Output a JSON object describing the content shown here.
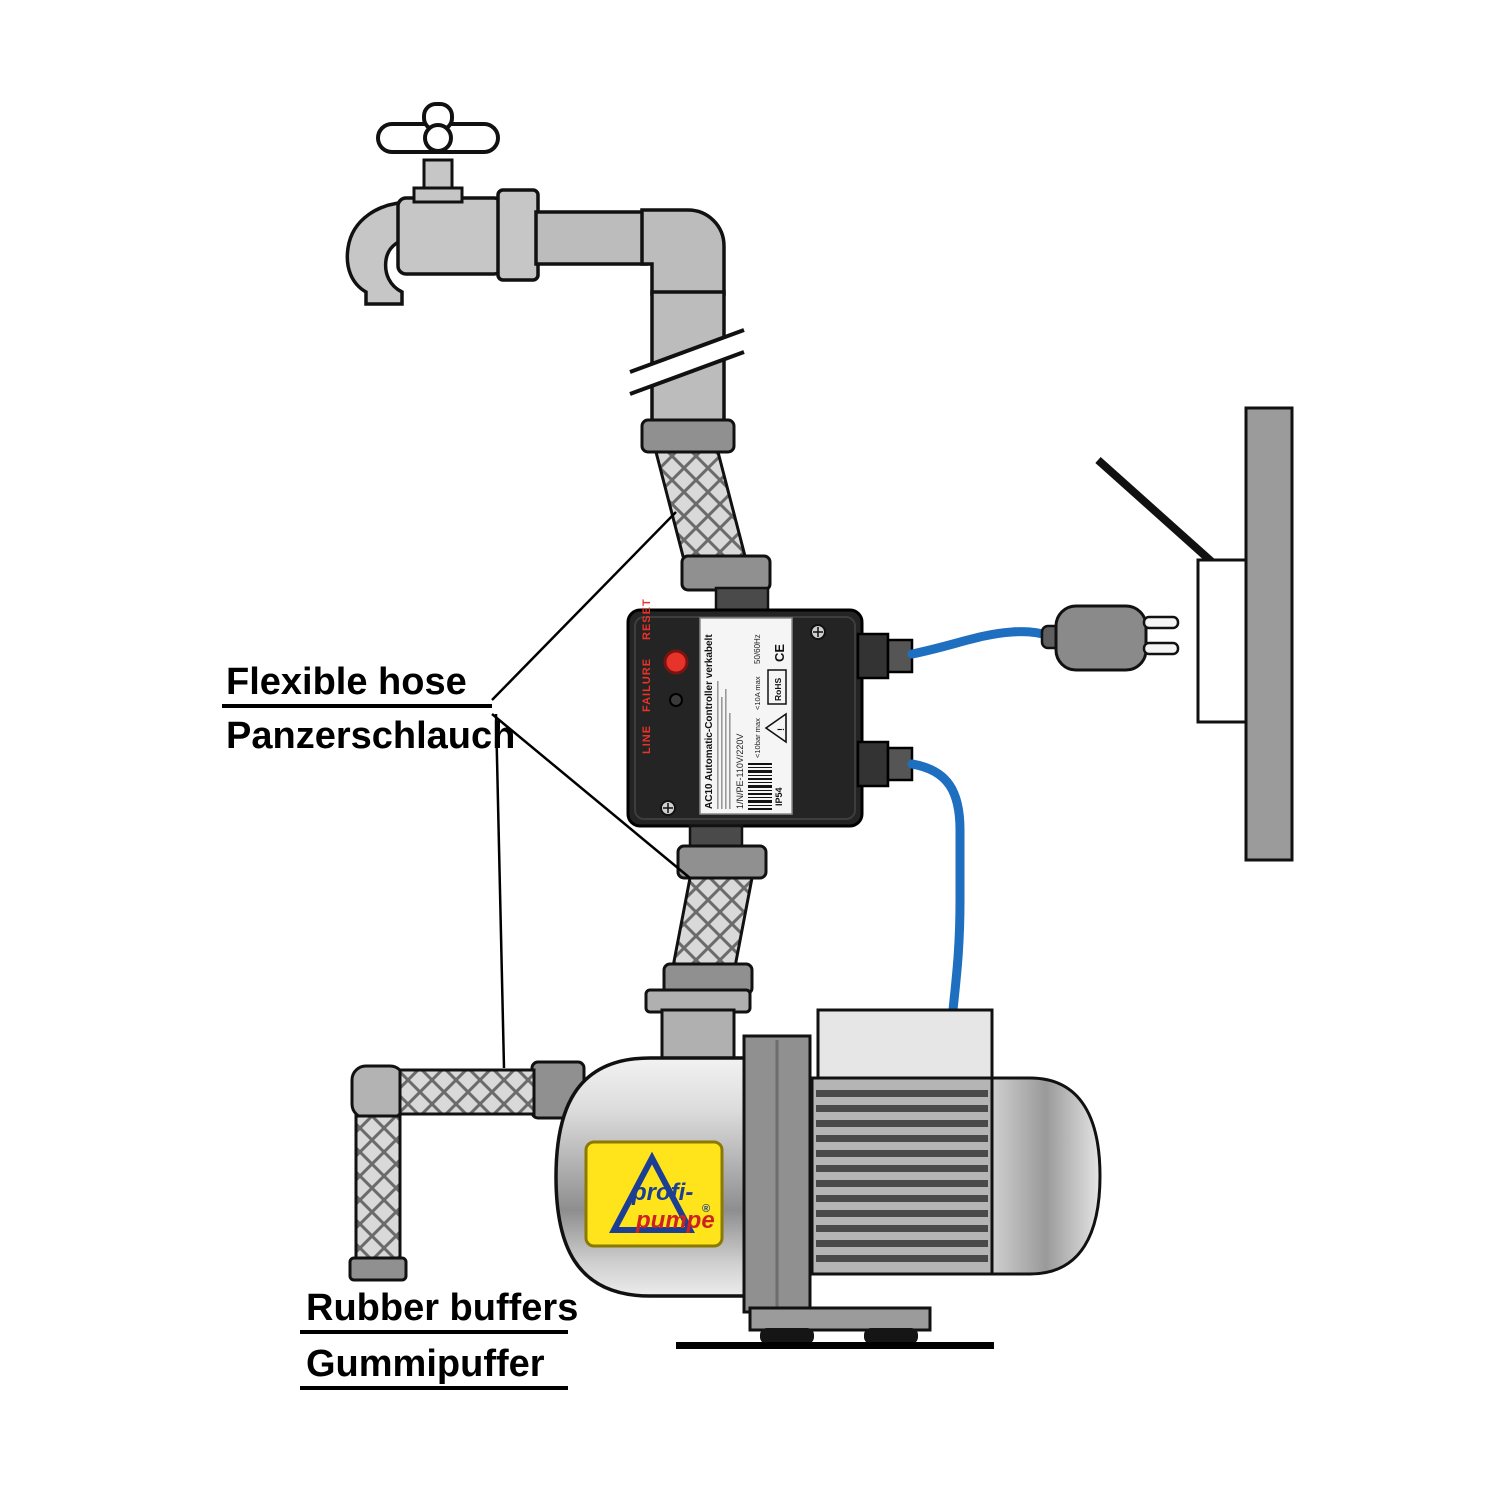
{
  "diagram": {
    "annotations": {
      "flexible_hose_en": "Flexible hose",
      "flexible_hose_de": "Panzerschlauch",
      "rubber_buffers_en": "Rubber buffers",
      "rubber_buffers_de": "Gummipuffer"
    },
    "controller": {
      "product_label": "AC10 Automatic-Controller verkabelt",
      "power_rating": "1/N/PE-110V/220V",
      "frequency": "50/60Hz",
      "max_current": "<10A  max",
      "max_pressure": "<10bar  max",
      "ip_rating": "IP54",
      "ce_mark": "CE",
      "rohs_mark": "RoHS",
      "warning_mark": "!",
      "indicator_line": "LINE",
      "indicator_failure": "FAILURE",
      "indicator_reset": "RESET"
    },
    "pump_brand": {
      "line1": "profi-",
      "line2": "pumpe",
      "registered": "®"
    },
    "colors": {
      "pipe_gray": "#bcbcbc",
      "coupling_gray": "#909090",
      "controller_black": "#242424",
      "cable_blue": "#1f6fc0",
      "button_red": "#e8332a",
      "logo_yellow": "#ffe41c",
      "logo_blue": "#1c3f94",
      "logo_red": "#cc2222"
    }
  }
}
